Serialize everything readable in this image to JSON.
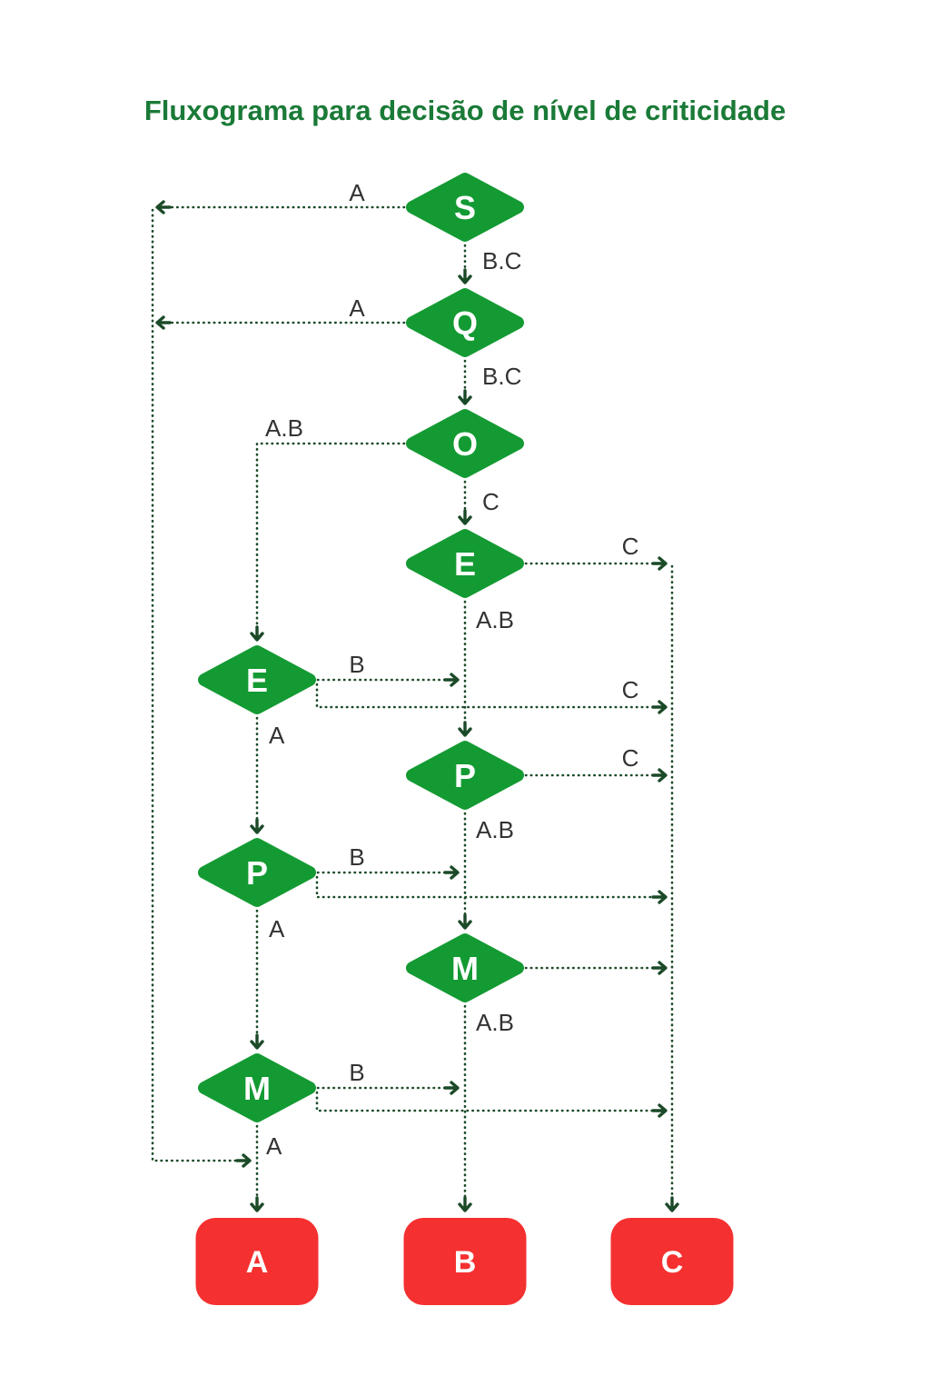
{
  "title": "Fluxograma para decisão de nível de criticidade",
  "colors": {
    "page_bg": "#ffffff",
    "title_green": "#1a7a37",
    "node_green": "#149a33",
    "line_green": "#1b4a28",
    "label_dark": "#333333",
    "outcome_red": "#f53030",
    "node_text": "#ffffff"
  },
  "nodes": [
    {
      "key": "S",
      "label": "S"
    },
    {
      "key": "Q",
      "label": "Q"
    },
    {
      "key": "O",
      "label": "O"
    },
    {
      "key": "E-center",
      "label": "E"
    },
    {
      "key": "E-left",
      "label": "E"
    },
    {
      "key": "P-center",
      "label": "P"
    },
    {
      "key": "P-left",
      "label": "P"
    },
    {
      "key": "M-center",
      "label": "M"
    },
    {
      "key": "M-left",
      "label": "M"
    }
  ],
  "outcomes": [
    {
      "label": "A"
    },
    {
      "label": "B"
    },
    {
      "label": "C"
    }
  ],
  "edge_labels": [
    {
      "id": "s-return-left",
      "label": "A"
    },
    {
      "id": "s-to-q",
      "label": "B.C"
    },
    {
      "id": "q-return-left",
      "label": "A"
    },
    {
      "id": "q-to-o",
      "label": "B.C"
    },
    {
      "id": "o-to-e-left",
      "label": "A.B"
    },
    {
      "id": "o-to-e-center",
      "label": "C"
    },
    {
      "id": "e-center-to-c-rail",
      "label": "C"
    },
    {
      "id": "e-center-to-p-center",
      "label": "A.B"
    },
    {
      "id": "e-left-to-b-rail",
      "label": "B"
    },
    {
      "id": "e-left-to-c-rail",
      "label": "C"
    },
    {
      "id": "e-left-to-p-left",
      "label": "A"
    },
    {
      "id": "p-center-to-c-rail",
      "label": "C"
    },
    {
      "id": "p-center-to-m-center",
      "label": "A.B"
    },
    {
      "id": "p-left-to-b-rail",
      "label": "B"
    },
    {
      "id": "p-left-to-m-left",
      "label": "A"
    },
    {
      "id": "m-center-to-b-column",
      "label": "A.B"
    },
    {
      "id": "m-left-to-b-rail",
      "label": "B"
    },
    {
      "id": "m-left-to-a-box",
      "label": "A"
    }
  ]
}
